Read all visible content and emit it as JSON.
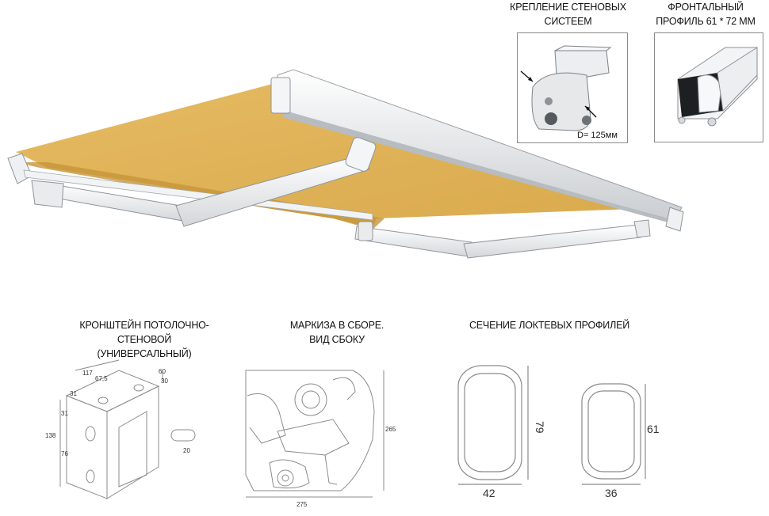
{
  "captions": {
    "wall_mount": [
      "КРЕПЛЕНИЕ СТЕНОВЫХ",
      "СИСТЕЕМ"
    ],
    "front_profile": [
      "ФРОНТАЛЬНЫЙ",
      "ПРОФИЛЬ 61 * 72 ММ"
    ],
    "bracket": [
      "КРОНШТЕЙН ПОТОЛОЧНО-СТЕНОВОЙ",
      "(УНИВЕРСАЛЬНЫЙ)"
    ],
    "assembly": [
      "МАРКИЗА В СБОРЕ.",
      "ВИД СБОКУ"
    ],
    "elbow_section": [
      "СЕЧЕНИЕ ЛОКТЕВЫХ ПРОФИЛЕЙ"
    ]
  },
  "wall_mount_diameter": "D= 125мм",
  "bracket_dims": {
    "d117": "117",
    "d67": "67,5",
    "d60": "60",
    "d30": "30",
    "d31a": "31",
    "d31b": "31",
    "d138": "138",
    "d76": "76",
    "d20": "20"
  },
  "assembly_dims": {
    "height": "265",
    "width": "275"
  },
  "section_dims": {
    "a_width": "42",
    "a_height": "79",
    "b_width": "36",
    "b_height": "61"
  },
  "colors": {
    "fabric": "#e2b45a",
    "fabric_shade": "#c99a3e",
    "frame_white": "#f2f3f4",
    "frame_edge": "#9aa0a6"
  }
}
